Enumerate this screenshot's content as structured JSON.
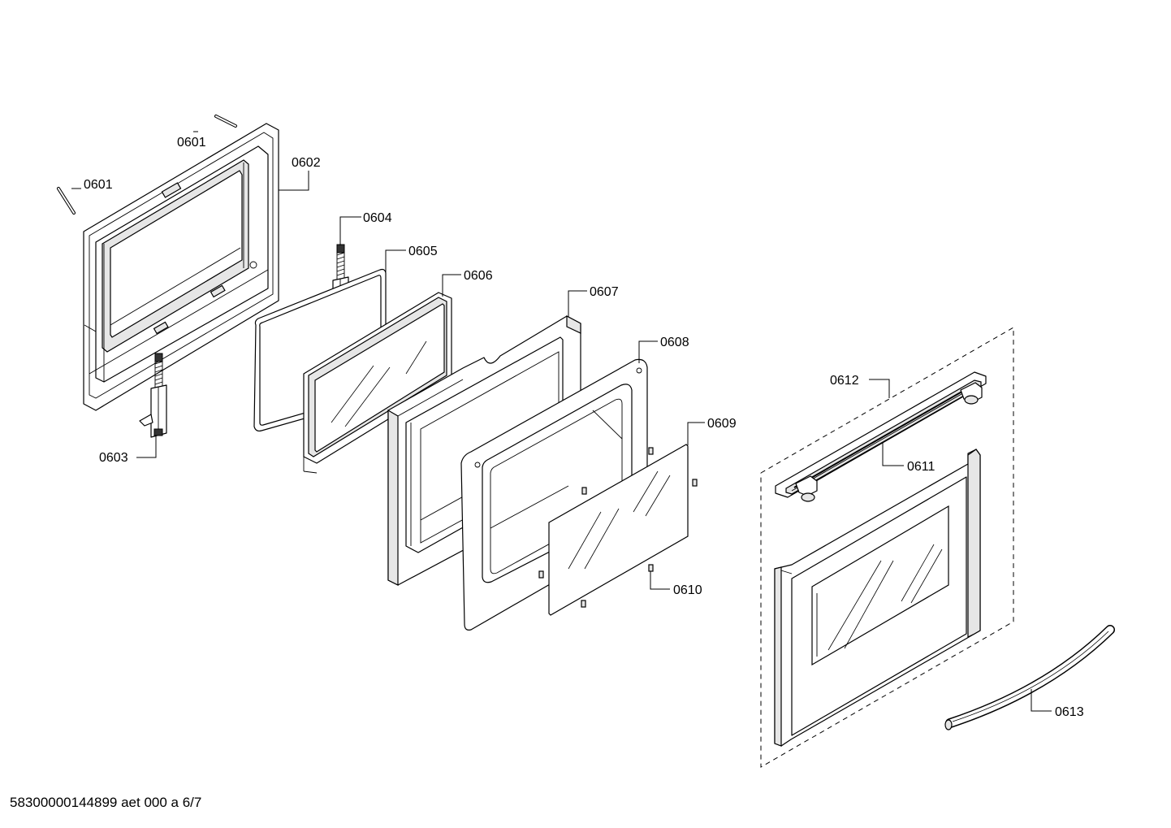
{
  "callouts": [
    {
      "id": "c0601a",
      "label": "0601"
    },
    {
      "id": "c0601b",
      "label": "0601"
    },
    {
      "id": "c0602",
      "label": "0602"
    },
    {
      "id": "c0603",
      "label": "0603"
    },
    {
      "id": "c0604",
      "label": "0604"
    },
    {
      "id": "c0605",
      "label": "0605"
    },
    {
      "id": "c0606",
      "label": "0606"
    },
    {
      "id": "c0607",
      "label": "0607"
    },
    {
      "id": "c0608",
      "label": "0608"
    },
    {
      "id": "c0609",
      "label": "0609"
    },
    {
      "id": "c0610",
      "label": "0610"
    },
    {
      "id": "c0611",
      "label": "0611"
    },
    {
      "id": "c0612",
      "label": "0612"
    },
    {
      "id": "c0613",
      "label": "0613"
    }
  ],
  "footer": {
    "document_id": "58300000144899 aet 000 a 6/7"
  }
}
